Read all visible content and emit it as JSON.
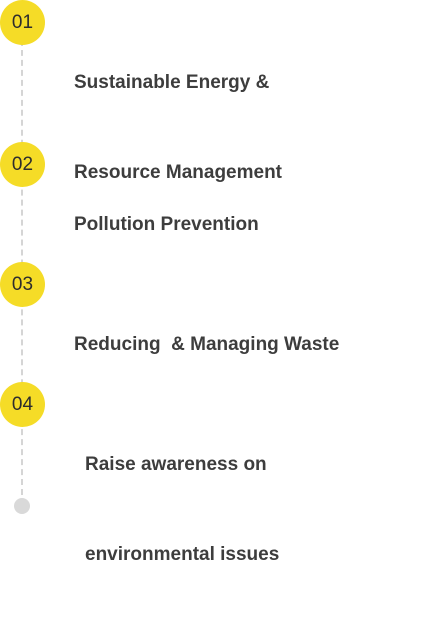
{
  "steps": [
    {
      "number": "01",
      "title_lines": [
        "Sustainable Energy &",
        "Resource Management"
      ]
    },
    {
      "number": "02",
      "title_lines": [
        "Pollution Prevention"
      ]
    },
    {
      "number": "03",
      "title_lines": [
        "Reducing  & Managing Waste"
      ]
    },
    {
      "number": "04",
      "title_lines": [
        "Raise awareness on",
        "environmental issues"
      ]
    }
  ],
  "colors": {
    "badge": "#f5dc27",
    "text": "#3d3d3d",
    "line": "#d5d5d5",
    "end_dot": "#d9d9d9"
  }
}
